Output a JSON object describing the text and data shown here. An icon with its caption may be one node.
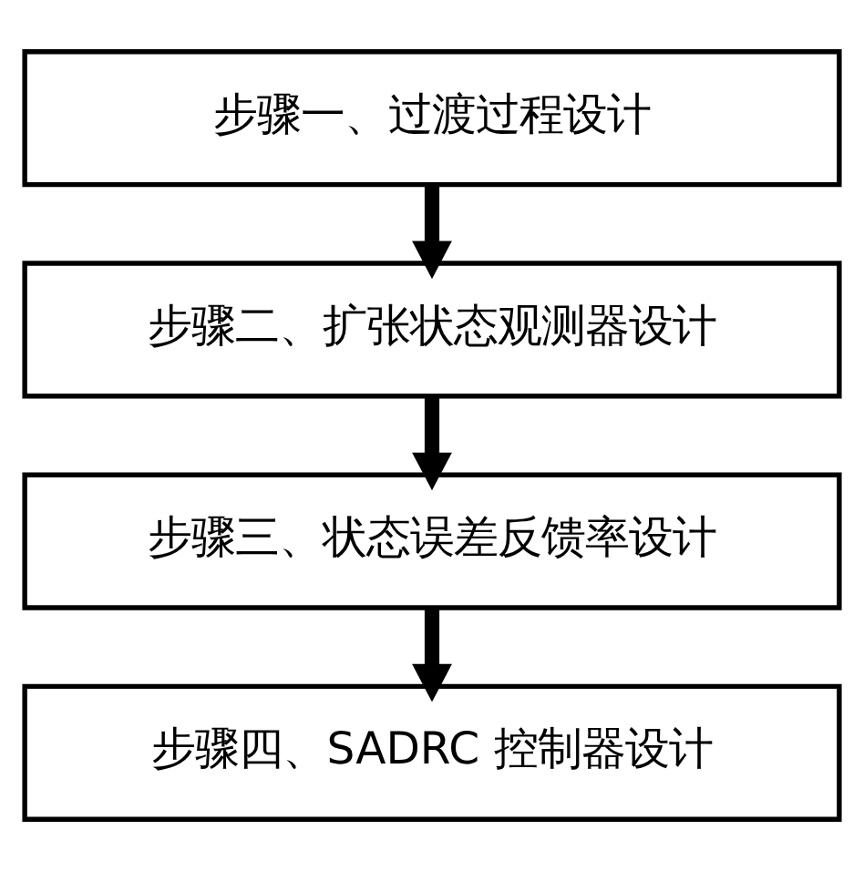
{
  "diagram": {
    "nodes": [
      {
        "text": [
          "步骤一、过渡过程设计"
        ]
      },
      {
        "text": [
          "步骤二、扩张状态观测器设计"
        ]
      },
      {
        "text": [
          "步骤三、状态误差反馈率设计"
        ]
      },
      {
        "text": [
          "步骤四、SADRC 控制器设计"
        ]
      }
    ],
    "edges": [
      {
        "from": 0,
        "to": 1,
        "arrow": "to"
      },
      {
        "from": 1,
        "to": 2,
        "arrow": "to"
      },
      {
        "from": 2,
        "to": 3,
        "arrow": "to"
      }
    ]
  }
}
